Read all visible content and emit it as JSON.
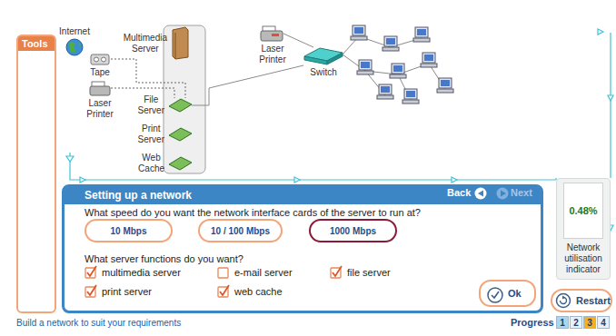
{
  "diagram": {
    "nodes": [
      {
        "text": [
          "Tools"
        ]
      },
      {
        "text": [
          "Internet"
        ]
      },
      {
        "text": [
          "Multimedia Server"
        ]
      },
      {
        "text": [
          "Tape"
        ]
      },
      {
        "text": [
          "Laser Printer"
        ]
      },
      {
        "text": [
          "File Server"
        ]
      },
      {
        "text": [
          "Print Server"
        ]
      },
      {
        "text": [
          "Web Cache"
        ]
      },
      {
        "text": [
          "Laser Printer"
        ]
      },
      {
        "text": [
          "Switch"
        ]
      },
      {
        "text": [
          "Setting up a network",
          "What speed do you want the network interface cards of the server to run at?",
          "What server functions do you want?"
        ]
      },
      {
        "text": [
          "10 Mbps"
        ],
        "in": 10
      },
      {
        "text": [
          "10 / 100 Mbps"
        ],
        "in": 10
      },
      {
        "text": [
          "1000 Mbps"
        ],
        "in": 10
      },
      {
        "text": [
          "Ok"
        ],
        "in": 10
      },
      {
        "text": [
          "0.48%",
          "Network utilisation indicator"
        ]
      },
      {
        "text": [
          "Restart"
        ]
      },
      {
        "text": [
          "1"
        ]
      },
      {
        "text": [
          "2"
        ]
      },
      {
        "text": [
          "3"
        ]
      },
      {
        "text": [
          "4"
        ]
      }
    ],
    "edges": [
      {
        "from": 3,
        "to": 5,
        "arrow": "none"
      },
      {
        "from": 4,
        "to": 5,
        "arrow": "none"
      },
      {
        "from": 5,
        "to": 9,
        "arrow": "none"
      },
      {
        "from": 8,
        "to": 9,
        "arrow": "none"
      }
    ],
    "labels": [
      "Back",
      "Next",
      "multimedia server",
      "e-mail server",
      "file server",
      "print server",
      "web cache",
      "Build a network to suit your requirements",
      "Progress"
    ]
  }
}
